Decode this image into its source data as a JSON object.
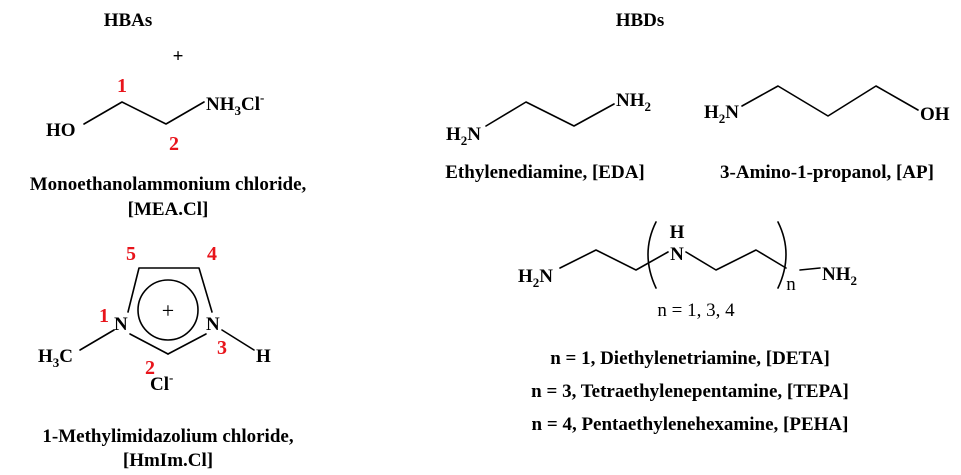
{
  "headers": {
    "hba": "HBAs",
    "hbd": "HBDs",
    "plus": "+"
  },
  "mea": {
    "atom_ho": "HO",
    "atom_n": "NH",
    "atom_n_sub": "3",
    "atom_cl": "Cl",
    "atom_charge": "-",
    "locant_1": "1",
    "locant_2": "2",
    "name": "Monoethanolammonium chloride,",
    "abbr": "[MEA.Cl]"
  },
  "hmim": {
    "atom_n1": "N",
    "atom_n3": "N",
    "atom_h": "H",
    "atom_ch3": "H",
    "atom_ch3_sub": "3",
    "atom_ch3_c": "C",
    "charge": "+",
    "anion": "Cl",
    "anion_charge": "-",
    "locant_1": "1",
    "locant_2": "2",
    "locant_3": "3",
    "locant_4": "4",
    "locant_5": "5",
    "name": "1-Methylimidazolium chloride,",
    "abbr": "[HmIm.Cl]"
  },
  "eda": {
    "atom_left": "H",
    "atom_left_sub": "2",
    "atom_left_n": "N",
    "atom_right": "NH",
    "atom_right_sub": "2",
    "name": "Ethylenediamine, [EDA]"
  },
  "ap": {
    "atom_left": "H",
    "atom_left_sub": "2",
    "atom_left_n": "N",
    "atom_right": "OH",
    "name": "3-Amino-1-propanol, [AP]"
  },
  "polyamine": {
    "atom_left": "H",
    "atom_left_sub": "2",
    "atom_left_n": "N",
    "atom_nh_h": "H",
    "atom_nh_n": "N",
    "repeat_n": "n",
    "atom_right": "NH",
    "atom_right_sub": "2",
    "n_values": "n = 1, 3, 4",
    "members": [
      "n = 1, Diethylenetriamine, [DETA]",
      "n = 3, Tetraethylenepentamine, [TEPA]",
      "n = 4, Pentaethylenehexamine, [PEHA]"
    ]
  }
}
